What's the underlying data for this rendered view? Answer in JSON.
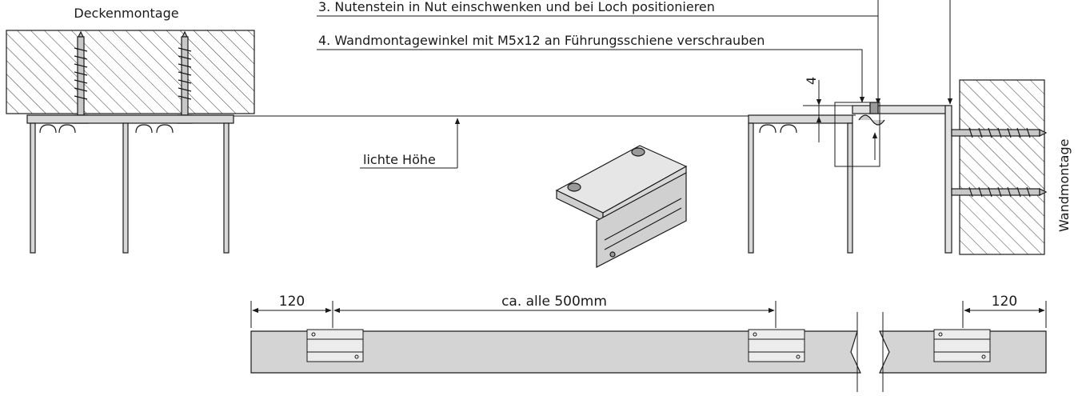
{
  "labels": {
    "ceiling_mount": "Deckenmontage",
    "wall_mount": "Wandmontage",
    "step3": "3. Nutenstein in Nut einschwenken und bei Loch positionieren",
    "step4": "4. Wandmontagewinkel mit M5x12 an Führungsschiene verschrauben",
    "clear_height": "lichte Höhe",
    "gap_dimension": "4"
  },
  "dimensions": {
    "left_offset": "120",
    "spacing": "ca. alle 500mm",
    "right_offset": "120"
  },
  "colors": {
    "line": "#1a1a1a",
    "hatch": "#3a3a3a",
    "rail_fill": "#d4d4d4",
    "metal_fill": "#c8c8c8",
    "bracket_fill": "#e6e6e6"
  }
}
